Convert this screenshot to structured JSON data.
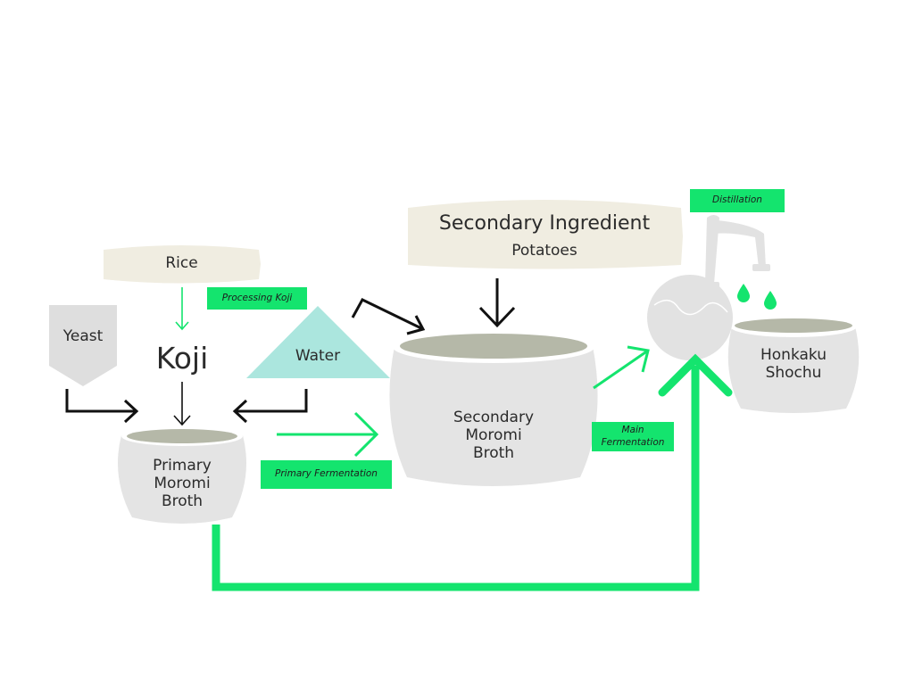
{
  "colors": {
    "accent_green": "#14e46e",
    "beige": "#f0ede1",
    "gray": "#e4e4e4",
    "broth": "#b5b8a8",
    "water": "#abe6de",
    "arrow_black": "#111111"
  },
  "nodes": {
    "rice": "Rice",
    "yeast": "Yeast",
    "koji": "Koji",
    "water": "Water",
    "secondary_ingredient_title": "Secondary Ingredient",
    "secondary_ingredient_sub": "Potatoes",
    "primary_broth": [
      "Primary",
      "Moromi",
      "Broth"
    ],
    "secondary_broth": [
      "Secondary",
      "Moromi",
      "Broth"
    ],
    "honkaku": [
      "Honkaku",
      "Shochu"
    ]
  },
  "tags": {
    "processing_koji": "Processing Koji",
    "primary_fermentation": "Primary Fermentation",
    "main_fermentation": [
      "Main",
      "Fermentation"
    ],
    "distillation": "Distillation"
  }
}
